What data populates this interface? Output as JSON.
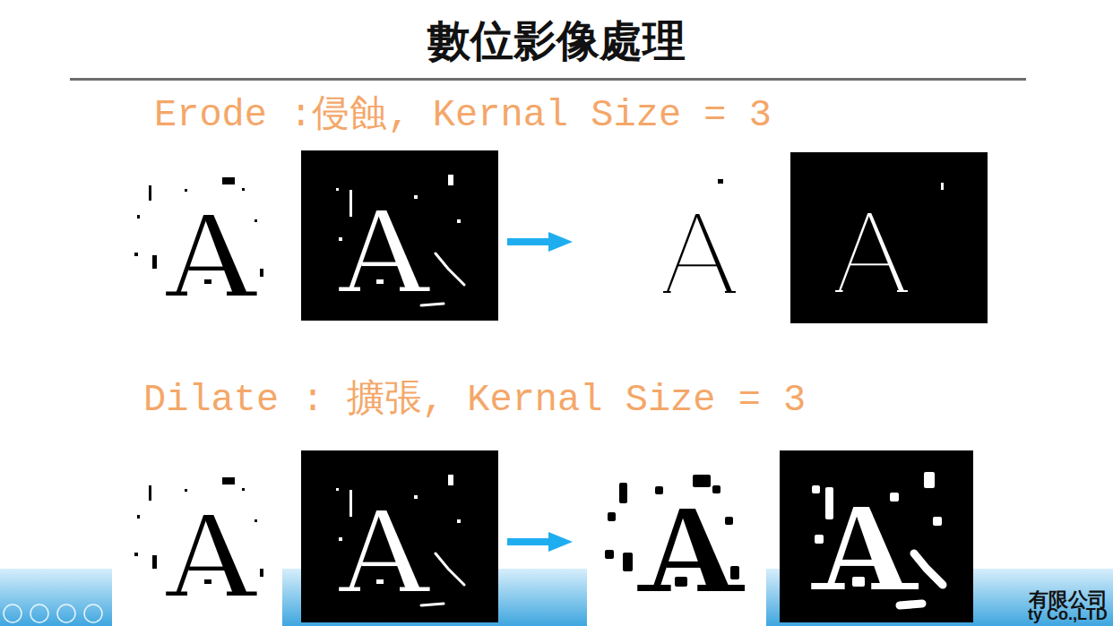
{
  "diagram": {
    "title": "數位影像處理",
    "labels": [
      "Erode :侵蝕, Kernal Size = 3",
      "Dilate : 擴張, Kernal Size = 3",
      "有限公司",
      "ty Co.,LTD"
    ]
  }
}
